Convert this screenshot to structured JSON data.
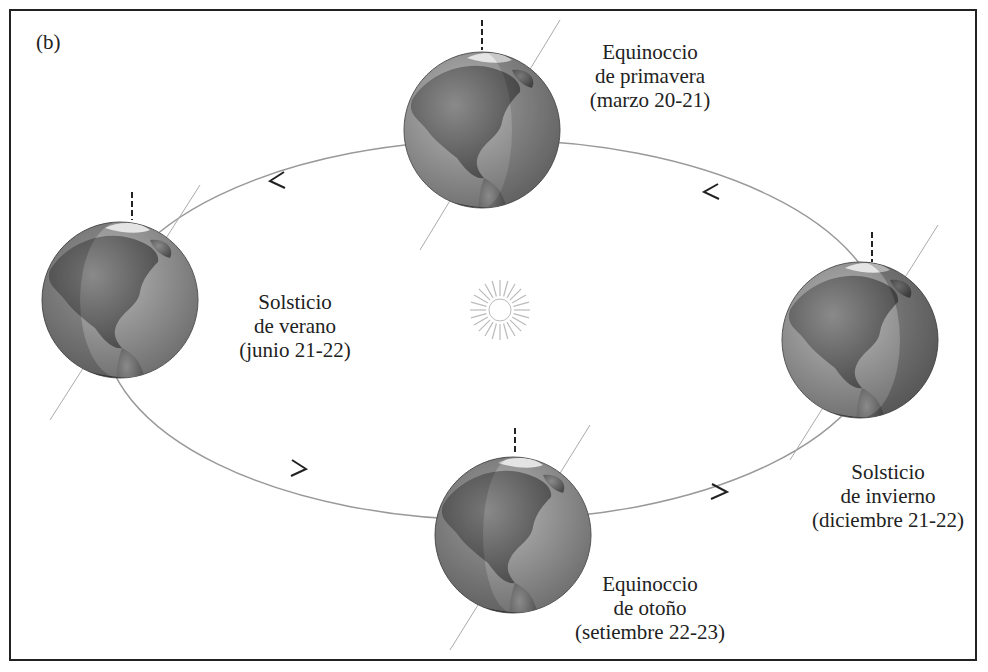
{
  "diagram": {
    "labels": [
      "(b)",
      "Equinoccio",
      "de primavera",
      "(marzo 20-21)",
      "Solsticio",
      "de verano",
      "(junio 21-22)",
      "Solsticio",
      "de invierno",
      "(diciembre 21-22)",
      "Equinoccio",
      "de otoño",
      "(setiembre 22-23)"
    ]
  }
}
